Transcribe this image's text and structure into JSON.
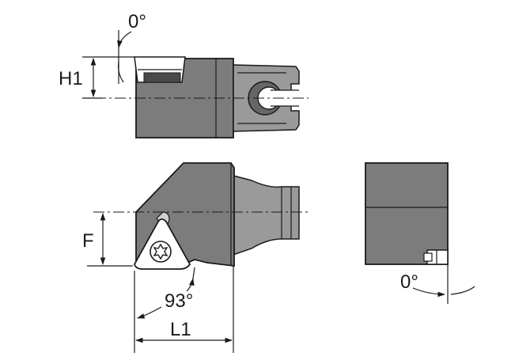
{
  "labels": {
    "top_angle": "0°",
    "h1": "H1",
    "f": "F",
    "lead_angle": "93°",
    "l1": "L1",
    "end_angle": "0°"
  },
  "colors": {
    "body": "#7c7c7c",
    "body_light": "#9a9a9a",
    "line": "#1a1a1a",
    "insert": "#ffffff"
  }
}
